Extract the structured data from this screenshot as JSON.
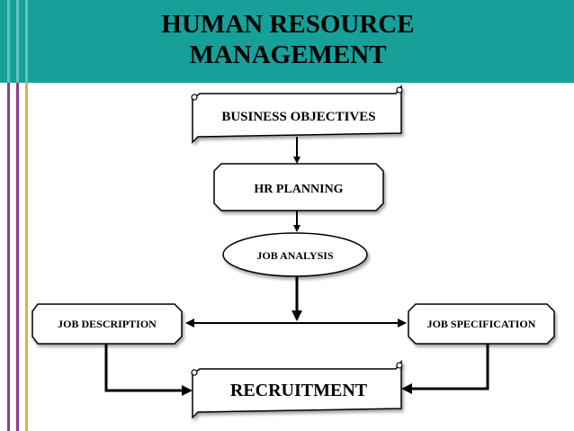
{
  "header": {
    "title_line1": "HUMAN RESOURCE",
    "title_line2": "MANAGEMENT",
    "background": "#17a09a"
  },
  "diagram": {
    "business_objectives": "BUSINESS OBJECTIVES",
    "hr_planning": "HR PLANNING",
    "job_analysis": "JOB ANALYSIS",
    "job_description": "JOB DESCRIPTION",
    "job_specification": "JOB SPECIFICATION",
    "recruitment": "RECRUITMENT"
  },
  "colors": {
    "accent_purple": "#8e3a8e",
    "accent_gold": "#d8b14a"
  }
}
